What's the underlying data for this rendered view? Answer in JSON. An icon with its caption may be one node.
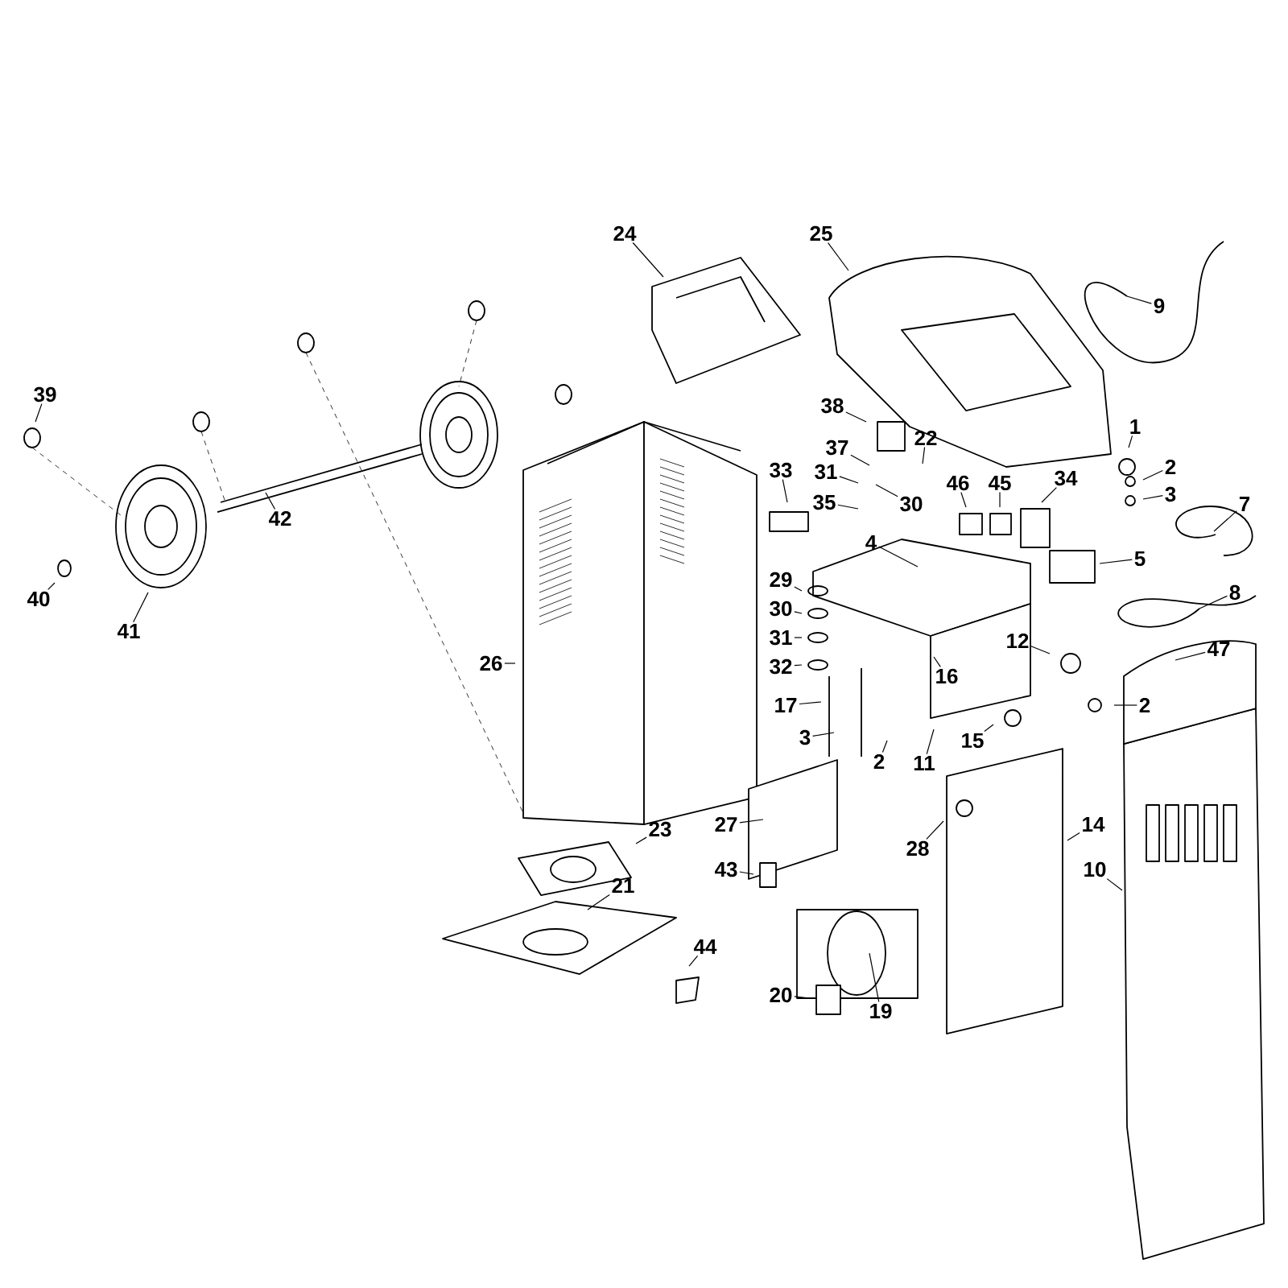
{
  "diagram": {
    "nodes": [
      {
        "text": [
          "24"
        ]
      },
      {
        "text": [
          "25"
        ]
      },
      {
        "text": [
          "9"
        ]
      },
      {
        "text": [
          "39"
        ]
      },
      {
        "text": [
          "1"
        ]
      },
      {
        "text": [
          "38"
        ]
      },
      {
        "text": [
          "22"
        ]
      },
      {
        "text": [
          "37"
        ]
      },
      {
        "text": [
          "31"
        ]
      },
      {
        "text": [
          "30"
        ]
      },
      {
        "text": [
          "46"
        ]
      },
      {
        "text": [
          "45"
        ]
      },
      {
        "text": [
          "34"
        ]
      },
      {
        "text": [
          "2"
        ]
      },
      {
        "text": [
          "3"
        ]
      },
      {
        "text": [
          "33"
        ]
      },
      {
        "text": [
          "35"
        ]
      },
      {
        "text": [
          "7"
        ]
      },
      {
        "text": [
          "4"
        ]
      },
      {
        "text": [
          "5"
        ]
      },
      {
        "text": [
          "40"
        ]
      },
      {
        "text": [
          "42"
        ]
      },
      {
        "text": [
          "41"
        ]
      },
      {
        "text": [
          "29"
        ]
      },
      {
        "text": [
          "30"
        ]
      },
      {
        "text": [
          "8"
        ]
      },
      {
        "text": [
          "31"
        ]
      },
      {
        "text": [
          "12"
        ]
      },
      {
        "text": [
          "47"
        ]
      },
      {
        "text": [
          "32"
        ]
      },
      {
        "text": [
          "16"
        ]
      },
      {
        "text": [
          "26"
        ]
      },
      {
        "text": [
          "17"
        ]
      },
      {
        "text": [
          "2"
        ]
      },
      {
        "text": [
          "3"
        ]
      },
      {
        "text": [
          "15"
        ]
      },
      {
        "text": [
          "11"
        ]
      },
      {
        "text": [
          "2"
        ]
      },
      {
        "text": [
          "27"
        ]
      },
      {
        "text": [
          "28"
        ]
      },
      {
        "text": [
          "14"
        ]
      },
      {
        "text": [
          "23"
        ]
      },
      {
        "text": [
          "43"
        ]
      },
      {
        "text": [
          "10"
        ]
      },
      {
        "text": [
          "21"
        ]
      },
      {
        "text": [
          "44"
        ]
      },
      {
        "text": [
          "20"
        ]
      },
      {
        "text": [
          "19"
        ]
      }
    ],
    "edges": [
      {
        "from": 0,
        "to": null,
        "arrow": "none"
      },
      {
        "from": 1,
        "to": null,
        "arrow": "none"
      },
      {
        "from": 2,
        "to": null,
        "arrow": "none"
      },
      {
        "from": 3,
        "to": null,
        "arrow": "none"
      },
      {
        "from": 4,
        "to": null,
        "arrow": "none"
      },
      {
        "from": 5,
        "to": null,
        "arrow": "none"
      },
      {
        "from": 6,
        "to": null,
        "arrow": "none"
      },
      {
        "from": 7,
        "to": null,
        "arrow": "none"
      },
      {
        "from": 8,
        "to": null,
        "arrow": "none"
      },
      {
        "from": 9,
        "to": null,
        "arrow": "none"
      },
      {
        "from": 10,
        "to": null,
        "arrow": "none"
      },
      {
        "from": 11,
        "to": null,
        "arrow": "none"
      },
      {
        "from": 12,
        "to": null,
        "arrow": "none"
      },
      {
        "from": 13,
        "to": null,
        "arrow": "none"
      },
      {
        "from": 14,
        "to": null,
        "arrow": "none"
      },
      {
        "from": 15,
        "to": null,
        "arrow": "none"
      },
      {
        "from": 16,
        "to": null,
        "arrow": "none"
      },
      {
        "from": 17,
        "to": null,
        "arrow": "none"
      },
      {
        "from": 18,
        "to": null,
        "arrow": "none"
      },
      {
        "from": 19,
        "to": null,
        "arrow": "none"
      },
      {
        "from": 20,
        "to": null,
        "arrow": "none"
      },
      {
        "from": 21,
        "to": null,
        "arrow": "none"
      },
      {
        "from": 22,
        "to": null,
        "arrow": "none"
      },
      {
        "from": 23,
        "to": null,
        "arrow": "none"
      },
      {
        "from": 24,
        "to": null,
        "arrow": "none"
      },
      {
        "from": 25,
        "to": null,
        "arrow": "none"
      },
      {
        "from": 26,
        "to": null,
        "arrow": "none"
      },
      {
        "from": 27,
        "to": null,
        "arrow": "none"
      },
      {
        "from": 28,
        "to": null,
        "arrow": "none"
      },
      {
        "from": 29,
        "to": null,
        "arrow": "none"
      },
      {
        "from": 30,
        "to": null,
        "arrow": "none"
      },
      {
        "from": 31,
        "to": null,
        "arrow": "none"
      },
      {
        "from": 32,
        "to": null,
        "arrow": "none"
      },
      {
        "from": 33,
        "to": null,
        "arrow": "none"
      },
      {
        "from": 34,
        "to": null,
        "arrow": "none"
      },
      {
        "from": 35,
        "to": null,
        "arrow": "none"
      },
      {
        "from": 36,
        "to": null,
        "arrow": "none"
      },
      {
        "from": 37,
        "to": null,
        "arrow": "none"
      },
      {
        "from": 38,
        "to": null,
        "arrow": "none"
      },
      {
        "from": 39,
        "to": null,
        "arrow": "none"
      },
      {
        "from": 40,
        "to": null,
        "arrow": "none"
      },
      {
        "from": 41,
        "to": null,
        "arrow": "none"
      },
      {
        "from": 42,
        "to": null,
        "arrow": "none"
      },
      {
        "from": 43,
        "to": null,
        "arrow": "none"
      },
      {
        "from": 44,
        "to": null,
        "arrow": "none"
      },
      {
        "from": 45,
        "to": null,
        "arrow": "none"
      },
      {
        "from": 46,
        "to": null,
        "arrow": "none"
      },
      {
        "from": 47,
        "to": null,
        "arrow": "none"
      }
    ]
  }
}
